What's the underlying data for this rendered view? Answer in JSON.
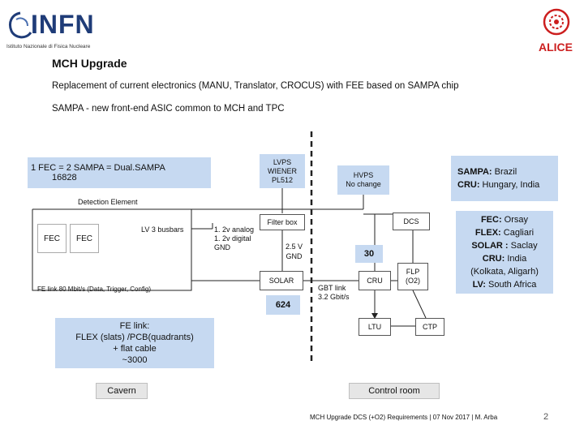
{
  "logos": {
    "infn_text": "INFN",
    "infn_subtitle": "Istituto Nazionale di Fisica Nucleare",
    "alice_text": "ALICE"
  },
  "slide": {
    "title": "MCH Upgrade",
    "line1": "Replacement of current electronics (MANU, Translator, CROCUS) with FEE based on SAMPA chip",
    "line2": "SAMPA - new front-end ASIC common to MCH and TPC"
  },
  "diagram": {
    "fec_note_line1": "1 FEC = 2 SAMPA = Dual.SAMPA",
    "fec_note_line2": "16828",
    "lvps_line1": "LVPS",
    "lvps_line2": "WIENER",
    "lvps_line3": "PL512",
    "hvps_line1": "HVPS",
    "hvps_line2": "No change",
    "sampa_info_line1_label": "SAMPA:",
    "sampa_info_line1_value": " Brazil",
    "sampa_info_line2_label": "CRU:",
    "sampa_info_line2_value": " Hungary, India",
    "detection_element": "Detection Element",
    "fec1": "FEC",
    "fec2": "FEC",
    "lv_busbars": "LV  3 busbars",
    "analog_line1": "1. 2v analog",
    "analog_line2": "1. 2v digital",
    "analog_line3": "GND",
    "filter_box": "Filter box",
    "v25_line1": "2.5 V",
    "v25_line2": "GND",
    "dcs": "DCS",
    "count30": "30",
    "solar": "SOLAR",
    "count624": "624",
    "fe_link": "FE link 80 Mbit/s  (Data, Trigger, Config)",
    "cru": "CRU",
    "flp_line1": "FLP",
    "flp_line2": "(O2)",
    "gbt_line1": "GBT link",
    "gbt_line2": "3.2 Gbit/s",
    "ltu": "LTU",
    "ctp": "CTP",
    "felink_box_line1": "FE link:",
    "felink_box_line2": "FLEX (slats) /PCB(quadrants)",
    "felink_box_line3": "+ flat cable",
    "felink_box_line4": "~3000",
    "cavern": "Cavern",
    "control_room": "Control room",
    "fec_info": {
      "l1_label": "FEC:",
      "l1_value": " Orsay",
      "l2_label": "FLEX:",
      "l2_value": " Cagliari",
      "l3_label": "SOLAR :",
      "l3_value": " Saclay",
      "l4_label": "CRU:",
      "l4_value": " India",
      "l5": "(Kolkata, Aligarh)",
      "l6_label": "LV:",
      "l6_value": " South Africa"
    }
  },
  "footer": {
    "text": "MCH Upgrade DCS (+O2) Requirements | 07 Nov 2017 | M. Arba",
    "page": "2"
  }
}
